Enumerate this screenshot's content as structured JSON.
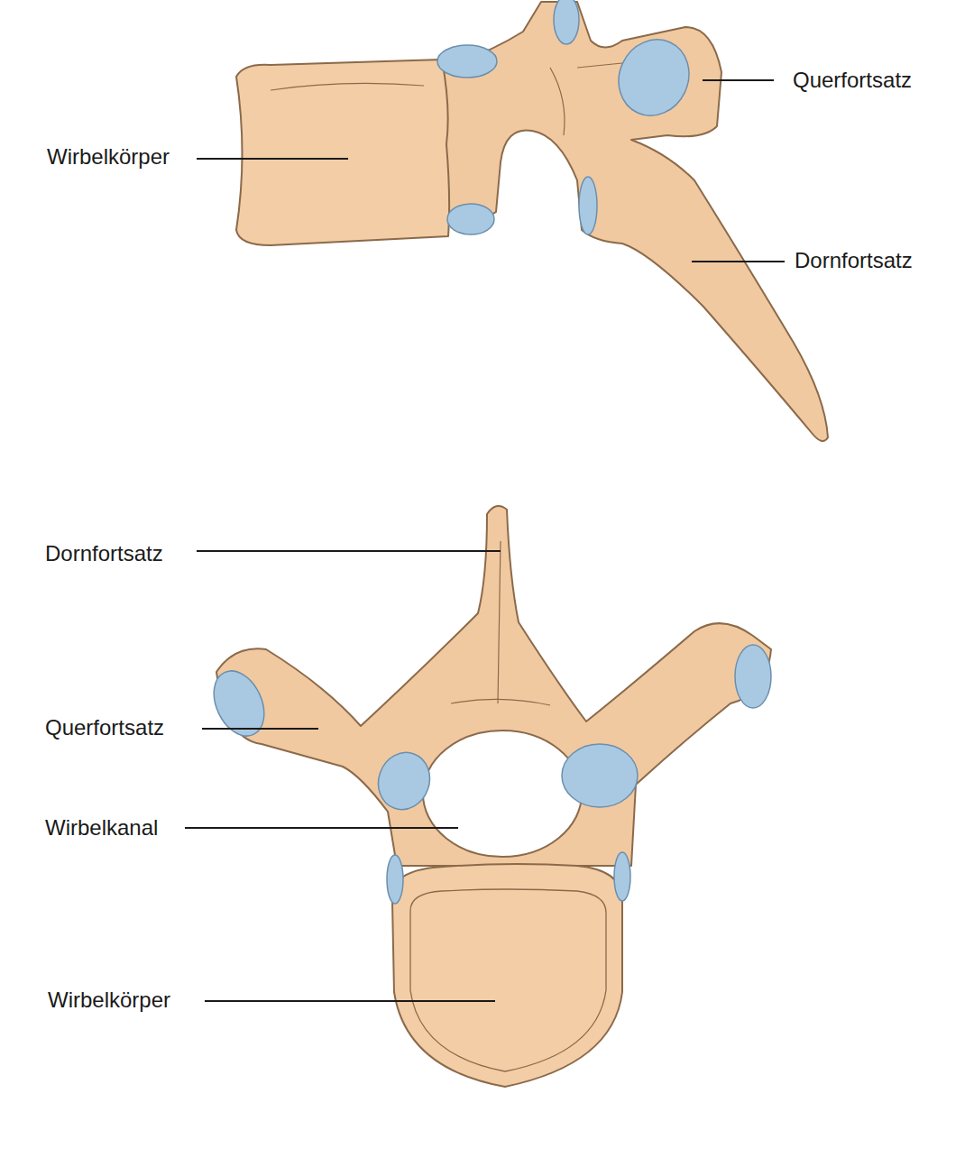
{
  "diagram": {
    "labels": [
      "Querfortsatz",
      "Wirbelkörper",
      "Dornfortsatz",
      "Dornfortsatz",
      "Querfortsatz",
      "Wirbelkanal",
      "Wirbelkörper"
    ]
  }
}
